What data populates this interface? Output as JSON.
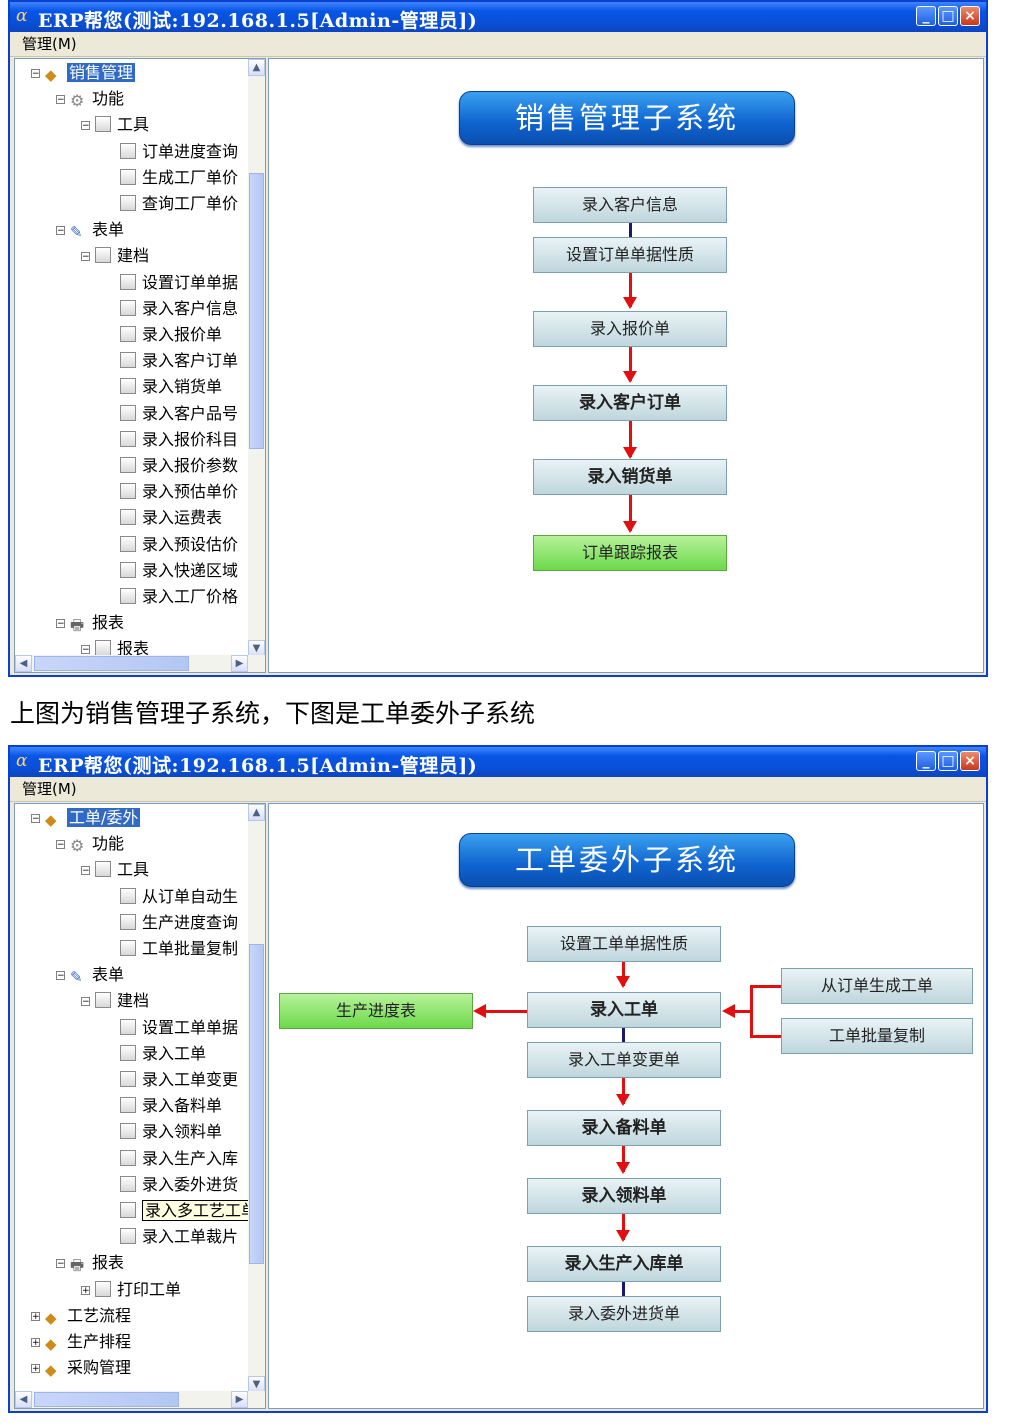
{
  "window_title": "ERP帮您(测试:192.168.1.5[Admin-管理员])",
  "menu_label": "管理(M)",
  "caption": "上图为销售管理子系统，下图是工单委外子系统",
  "sales": {
    "tree": [
      {
        "label": "销售管理",
        "depth": 0
      },
      {
        "label": "功能",
        "depth": 1
      },
      {
        "label": "工具",
        "depth": 2
      },
      {
        "label": "订单进度查询",
        "depth": 3
      },
      {
        "label": "生成工厂单价",
        "depth": 3
      },
      {
        "label": "查询工厂单价",
        "depth": 3
      },
      {
        "label": "表单",
        "depth": 1
      },
      {
        "label": "建档",
        "depth": 2
      },
      {
        "label": "设置订单单据",
        "depth": 3
      },
      {
        "label": "录入客户信息",
        "depth": 3
      },
      {
        "label": "录入报价单",
        "depth": 3
      },
      {
        "label": "录入客户订单",
        "depth": 3
      },
      {
        "label": "录入销货单",
        "depth": 3
      },
      {
        "label": "录入客户品号",
        "depth": 3
      },
      {
        "label": "录入报价科目",
        "depth": 3
      },
      {
        "label": "录入报价参数",
        "depth": 3
      },
      {
        "label": "录入预估单价",
        "depth": 3
      },
      {
        "label": "录入运费表",
        "depth": 3
      },
      {
        "label": "录入预设估价",
        "depth": 3
      },
      {
        "label": "录入快递区域",
        "depth": 3
      },
      {
        "label": "录入工厂价格",
        "depth": 3
      },
      {
        "label": "报表",
        "depth": 1
      },
      {
        "label": "报表",
        "depth": 2
      }
    ],
    "banner": "销售管理子系统",
    "flow": [
      "录入客户信息",
      "设置订单单据性质",
      "录入报价单",
      "录入客户订单",
      "录入销货单",
      "订单跟踪报表"
    ]
  },
  "workorder": {
    "tree": [
      {
        "label": "工单/委外",
        "depth": 0
      },
      {
        "label": "功能",
        "depth": 1
      },
      {
        "label": "工具",
        "depth": 2
      },
      {
        "label": "从订单自动生",
        "depth": 3
      },
      {
        "label": "生产进度查询",
        "depth": 3
      },
      {
        "label": "工单批量复制",
        "depth": 3
      },
      {
        "label": "表单",
        "depth": 1
      },
      {
        "label": "建档",
        "depth": 2
      },
      {
        "label": "设置工单单据",
        "depth": 3
      },
      {
        "label": "录入工单",
        "depth": 3
      },
      {
        "label": "录入工单变更",
        "depth": 3
      },
      {
        "label": "录入备料单",
        "depth": 3
      },
      {
        "label": "录入领料单",
        "depth": 3
      },
      {
        "label": "录入生产入库",
        "depth": 3
      },
      {
        "label": "录入委外进货",
        "depth": 3
      },
      {
        "label": "录入多工艺工单",
        "depth": 3
      },
      {
        "label": "录入工单裁片",
        "depth": 3
      },
      {
        "label": "报表",
        "depth": 1
      },
      {
        "label": "打印工单",
        "depth": 2
      },
      {
        "label": "工艺流程",
        "depth": 0
      },
      {
        "label": "生产排程",
        "depth": 0
      },
      {
        "label": "采购管理",
        "depth": 0
      }
    ],
    "banner": "工单委外子系统",
    "flow": [
      "设置工单单据性质",
      "录入工单",
      "录入工单变更单",
      "录入备料单",
      "录入领料单",
      "录入生产入库单",
      "录入委外进货单"
    ],
    "side_left": "生产进度表",
    "side_right": [
      "从订单生成工单",
      "工单批量复制"
    ]
  }
}
